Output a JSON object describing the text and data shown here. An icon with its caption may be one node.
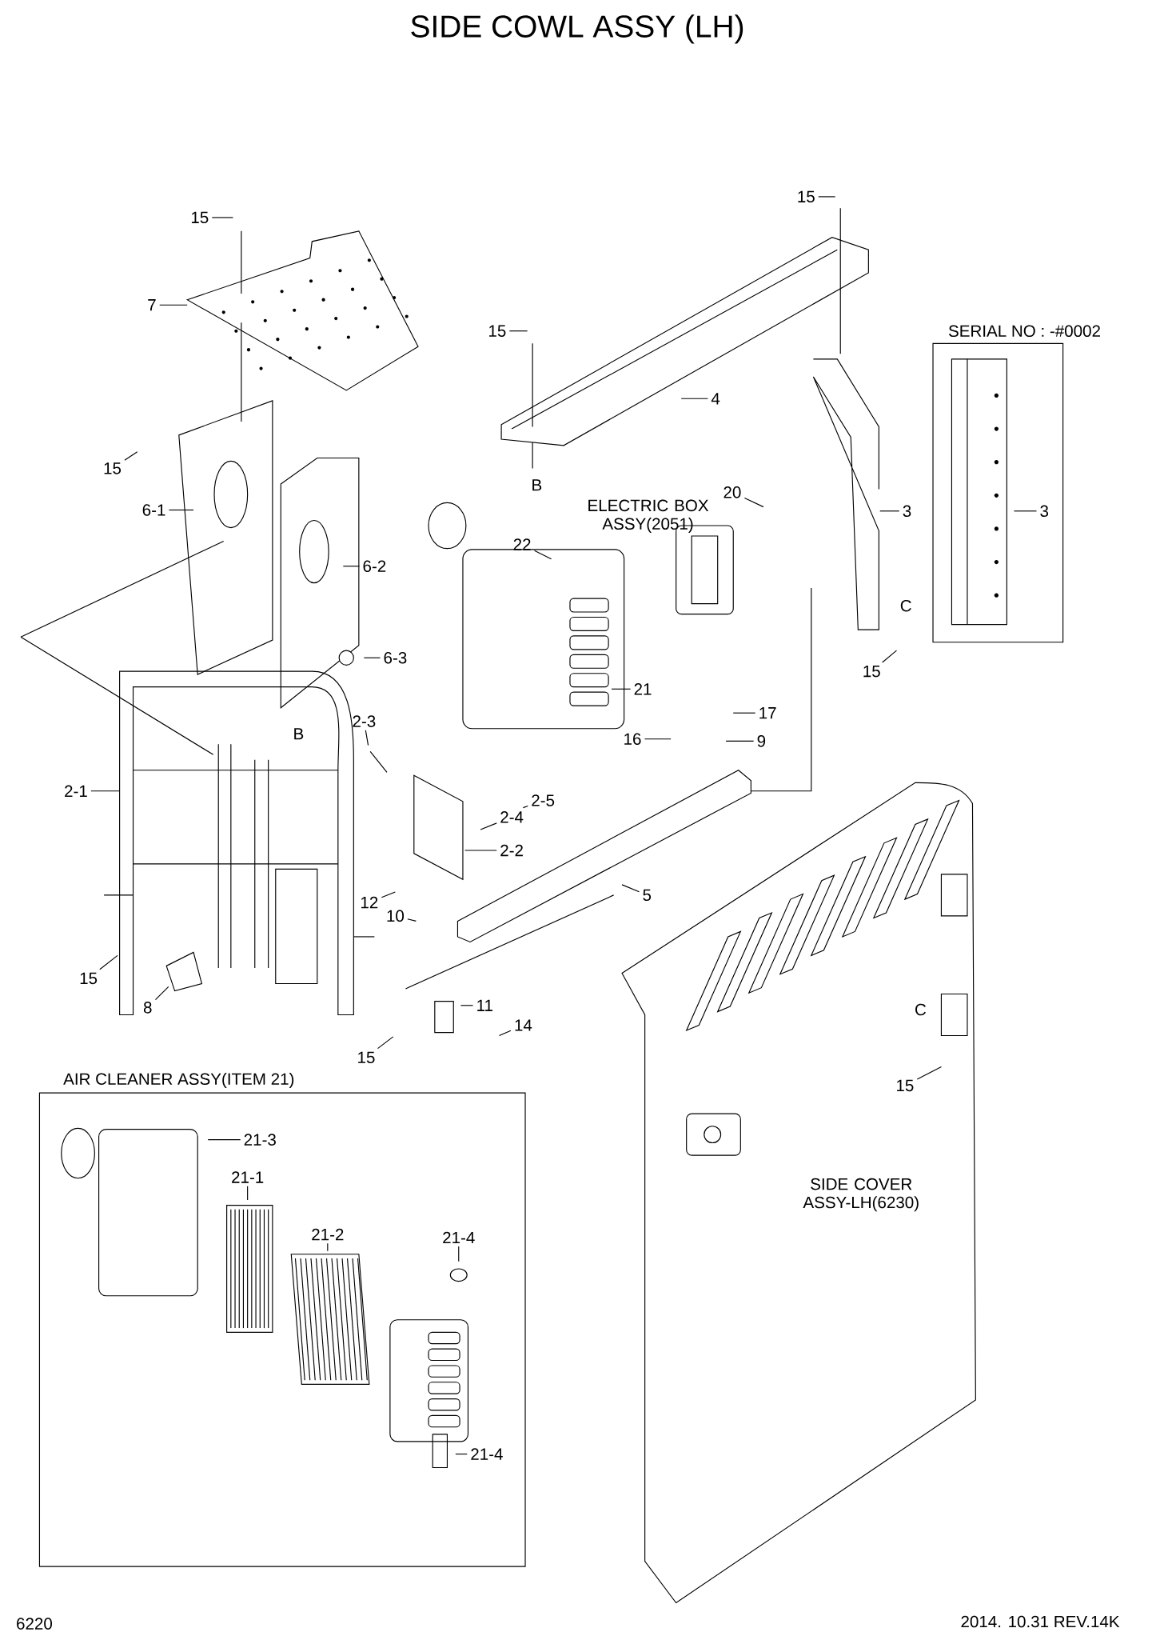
{
  "diagram": {
    "title": "SIDE COWL ASSY (LH)",
    "nodes": [
      {
        "text": [
          "15"
        ]
      },
      {
        "text": [
          "15"
        ]
      },
      {
        "text": [
          "7"
        ]
      },
      {
        "text": [
          "15"
        ]
      },
      {
        "text": [
          "4"
        ]
      },
      {
        "text": [
          "15"
        ]
      },
      {
        "text": [
          "20"
        ]
      },
      {
        "text": [
          "6-1"
        ]
      },
      {
        "text": [
          "3"
        ]
      },
      {
        "text": [
          "3"
        ]
      },
      {
        "text": [
          "22"
        ]
      },
      {
        "text": [
          "6-2"
        ]
      },
      {
        "text": [
          "6-3"
        ]
      },
      {
        "text": [
          "15"
        ]
      },
      {
        "text": [
          "21"
        ]
      },
      {
        "text": [
          "17"
        ]
      },
      {
        "text": [
          "2-3"
        ]
      },
      {
        "text": [
          "16"
        ]
      },
      {
        "text": [
          "9"
        ]
      },
      {
        "text": [
          "2-1"
        ]
      },
      {
        "text": [
          "2-5"
        ]
      },
      {
        "text": [
          "2-4"
        ]
      },
      {
        "text": [
          "2-2"
        ]
      },
      {
        "text": [
          "5"
        ]
      },
      {
        "text": [
          "12"
        ]
      },
      {
        "text": [
          "10"
        ]
      },
      {
        "text": [
          "15"
        ]
      },
      {
        "text": [
          "8"
        ]
      },
      {
        "text": [
          "11"
        ]
      },
      {
        "text": [
          "14"
        ]
      },
      {
        "text": [
          "15"
        ]
      },
      {
        "text": [
          "15"
        ]
      },
      {
        "text": [
          "21-3"
        ]
      },
      {
        "text": [
          "21-1"
        ]
      },
      {
        "text": [
          "21-2"
        ]
      },
      {
        "text": [
          "21-4"
        ]
      },
      {
        "text": [
          "21-4"
        ]
      }
    ],
    "edges": [
      {
        "from": 0,
        "to": null,
        "arrow": "none"
      },
      {
        "from": 1,
        "to": null,
        "arrow": "none"
      },
      {
        "from": 2,
        "to": null,
        "arrow": "none"
      },
      {
        "from": 3,
        "to": null,
        "arrow": "none"
      },
      {
        "from": 4,
        "to": null,
        "arrow": "none"
      },
      {
        "from": 5,
        "to": null,
        "arrow": "none"
      },
      {
        "from": 6,
        "to": null,
        "arrow": "none"
      },
      {
        "from": 7,
        "to": null,
        "arrow": "none"
      },
      {
        "from": 8,
        "to": null,
        "arrow": "none"
      },
      {
        "from": 9,
        "to": null,
        "arrow": "none"
      },
      {
        "from": 10,
        "to": null,
        "arrow": "none"
      },
      {
        "from": 11,
        "to": null,
        "arrow": "none"
      },
      {
        "from": 12,
        "to": null,
        "arrow": "none"
      },
      {
        "from": 13,
        "to": null,
        "arrow": "none"
      },
      {
        "from": 14,
        "to": null,
        "arrow": "none"
      },
      {
        "from": 15,
        "to": null,
        "arrow": "none"
      },
      {
        "from": 16,
        "to": null,
        "arrow": "none"
      },
      {
        "from": 17,
        "to": null,
        "arrow": "none"
      },
      {
        "from": 18,
        "to": null,
        "arrow": "none"
      },
      {
        "from": 19,
        "to": null,
        "arrow": "none"
      },
      {
        "from": 20,
        "to": null,
        "arrow": "none"
      },
      {
        "from": 21,
        "to": null,
        "arrow": "none"
      },
      {
        "from": 22,
        "to": null,
        "arrow": "none"
      },
      {
        "from": 23,
        "to": null,
        "arrow": "none"
      },
      {
        "from": 24,
        "to": null,
        "arrow": "none"
      },
      {
        "from": 25,
        "to": null,
        "arrow": "none"
      },
      {
        "from": 26,
        "to": null,
        "arrow": "none"
      },
      {
        "from": 27,
        "to": null,
        "arrow": "none"
      },
      {
        "from": 28,
        "to": null,
        "arrow": "none"
      },
      {
        "from": 29,
        "to": null,
        "arrow": "none"
      },
      {
        "from": 30,
        "to": null,
        "arrow": "none"
      },
      {
        "from": 31,
        "to": null,
        "arrow": "none"
      },
      {
        "from": 32,
        "to": null,
        "arrow": "none"
      },
      {
        "from": 33,
        "to": null,
        "arrow": "none"
      },
      {
        "from": 34,
        "to": null,
        "arrow": "none"
      },
      {
        "from": 35,
        "to": null,
        "arrow": "none"
      },
      {
        "from": 36,
        "to": null,
        "arrow": "none"
      }
    ],
    "labels": [
      "SERIAL NO : -#0002",
      "B",
      "ELECTRIC BOX ASSY(2051)",
      "B",
      "C",
      "C",
      "AIR CLEANER ASSY(ITEM 21)",
      "SIDE COVER ASSY-LH(6230)",
      "6220",
      "2014. 10.31  REV.14K"
    ]
  }
}
